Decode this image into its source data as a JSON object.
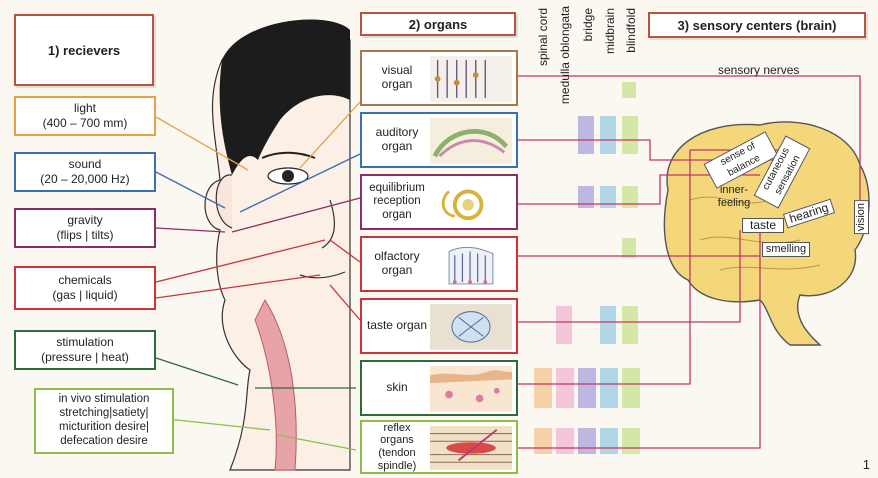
{
  "headers": {
    "receivers": "1) recievers",
    "organs": "2) organs",
    "sensory_centers": "3) sensory centers (brain)"
  },
  "receivers": [
    {
      "line1": "light",
      "line2": "(400 – 700 mm)",
      "color": "#e3a24a"
    },
    {
      "line1": "sound",
      "line2": "(20 – 20,000 Hz)",
      "color": "#3a6fb0"
    },
    {
      "line1": "gravity",
      "line2": "(flips | tilts)",
      "color": "#8a2f66"
    },
    {
      "line1": "chemicals",
      "line2": "(gas | liquid)",
      "color": "#c8353b"
    },
    {
      "line1": "stimulation",
      "line2": "(pressure | heat)",
      "color": "#2f6b3a"
    },
    {
      "lines": [
        "in vivo stimulation",
        "stretching|satiety|",
        "micturition desire|",
        "defecation desire"
      ],
      "color": "#8bbf4a"
    }
  ],
  "organs": [
    {
      "label": "visual organ",
      "color": "#a8784a"
    },
    {
      "label": "auditory organ",
      "color": "#3a6fb0"
    },
    {
      "label": "equilibrium reception organ",
      "color": "#8a2f66"
    },
    {
      "label": "olfactory organ",
      "color": "#c8353b"
    },
    {
      "label": "taste organ",
      "color": "#c8353b"
    },
    {
      "label": "skin",
      "color": "#2f6b3a"
    },
    {
      "label": "reflex organs (tendon spindle)",
      "color": "#8bbf4a"
    }
  ],
  "pathway_columns": [
    "spinal cord",
    "medulla oblongata",
    "bridge",
    "midbrain",
    "blindfold"
  ],
  "sensory_nerves_label": "sensory nerves",
  "brain_labels": {
    "vision": "vision",
    "sense_of_balance": "sense of balance",
    "cutaneous_sensation": "cutaneous sensation",
    "inner_feeling": "inner-feeling",
    "taste": "taste",
    "hearing": "hearing",
    "smelling": "smelling"
  },
  "page_number": "1",
  "colors": {
    "nerve_line": "#c2356a",
    "header_border": "#b8553d",
    "brain_fill": "#f3d77a"
  }
}
